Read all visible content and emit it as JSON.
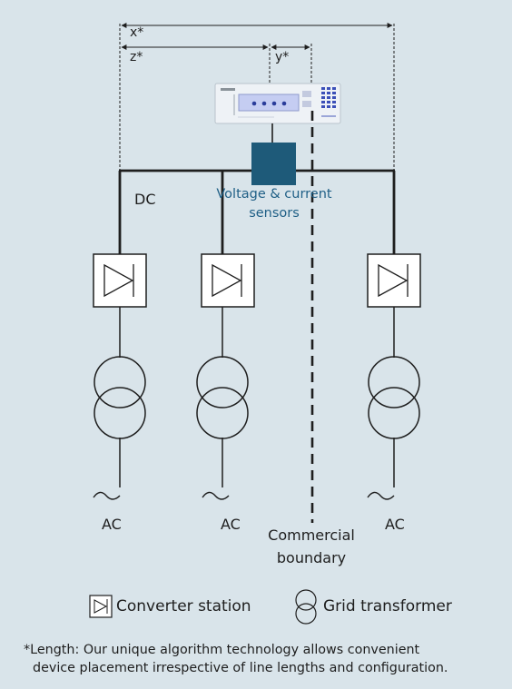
{
  "labels": {
    "x": "x*",
    "z": "z*",
    "y": "y*",
    "dc": "DC",
    "sensors_line1": "Voltage & current",
    "sensors_line2": "sensors",
    "ac": "AC",
    "boundary_line1": "Commercial",
    "boundary_line2": "boundary"
  },
  "legend": {
    "converter": "Converter station",
    "transformer": "Grid transformer"
  },
  "footnote": {
    "line1": "*Length: Our unique algorithm technology allows convenient",
    "line2": "device placement irrespective of line lengths and configuration."
  },
  "colors": {
    "background": "#d9e4ea",
    "line": "#1e1e1e",
    "sensor_box": "#1e5a79",
    "sensor_text": "#1f5f86"
  }
}
